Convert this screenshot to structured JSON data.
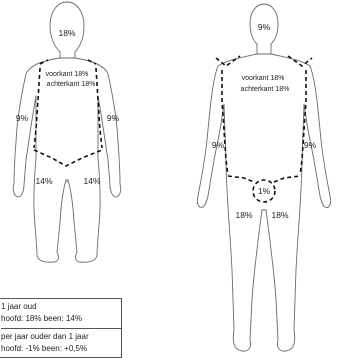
{
  "child": {
    "head": "18%",
    "front_label": "voorkant 18%",
    "back_label": "achterkant 18%",
    "left_arm": "9%",
    "right_arm": "9%",
    "left_leg": "14%",
    "right_leg": "14%"
  },
  "adult": {
    "head": "9%",
    "front_label": "voorkant 18%",
    "back_label": "achterkant 18%",
    "left_arm": "9%",
    "right_arm": "9%",
    "genital": "1%",
    "left_leg": "18%",
    "right_leg": "18%"
  },
  "legend": {
    "line1": "1 jaar oud",
    "line2": "hoofd: 18% been: 14%",
    "line3": "per jaar ouder dan 1 jaar",
    "line4": "hoofd: -1% been: +0,5%"
  }
}
